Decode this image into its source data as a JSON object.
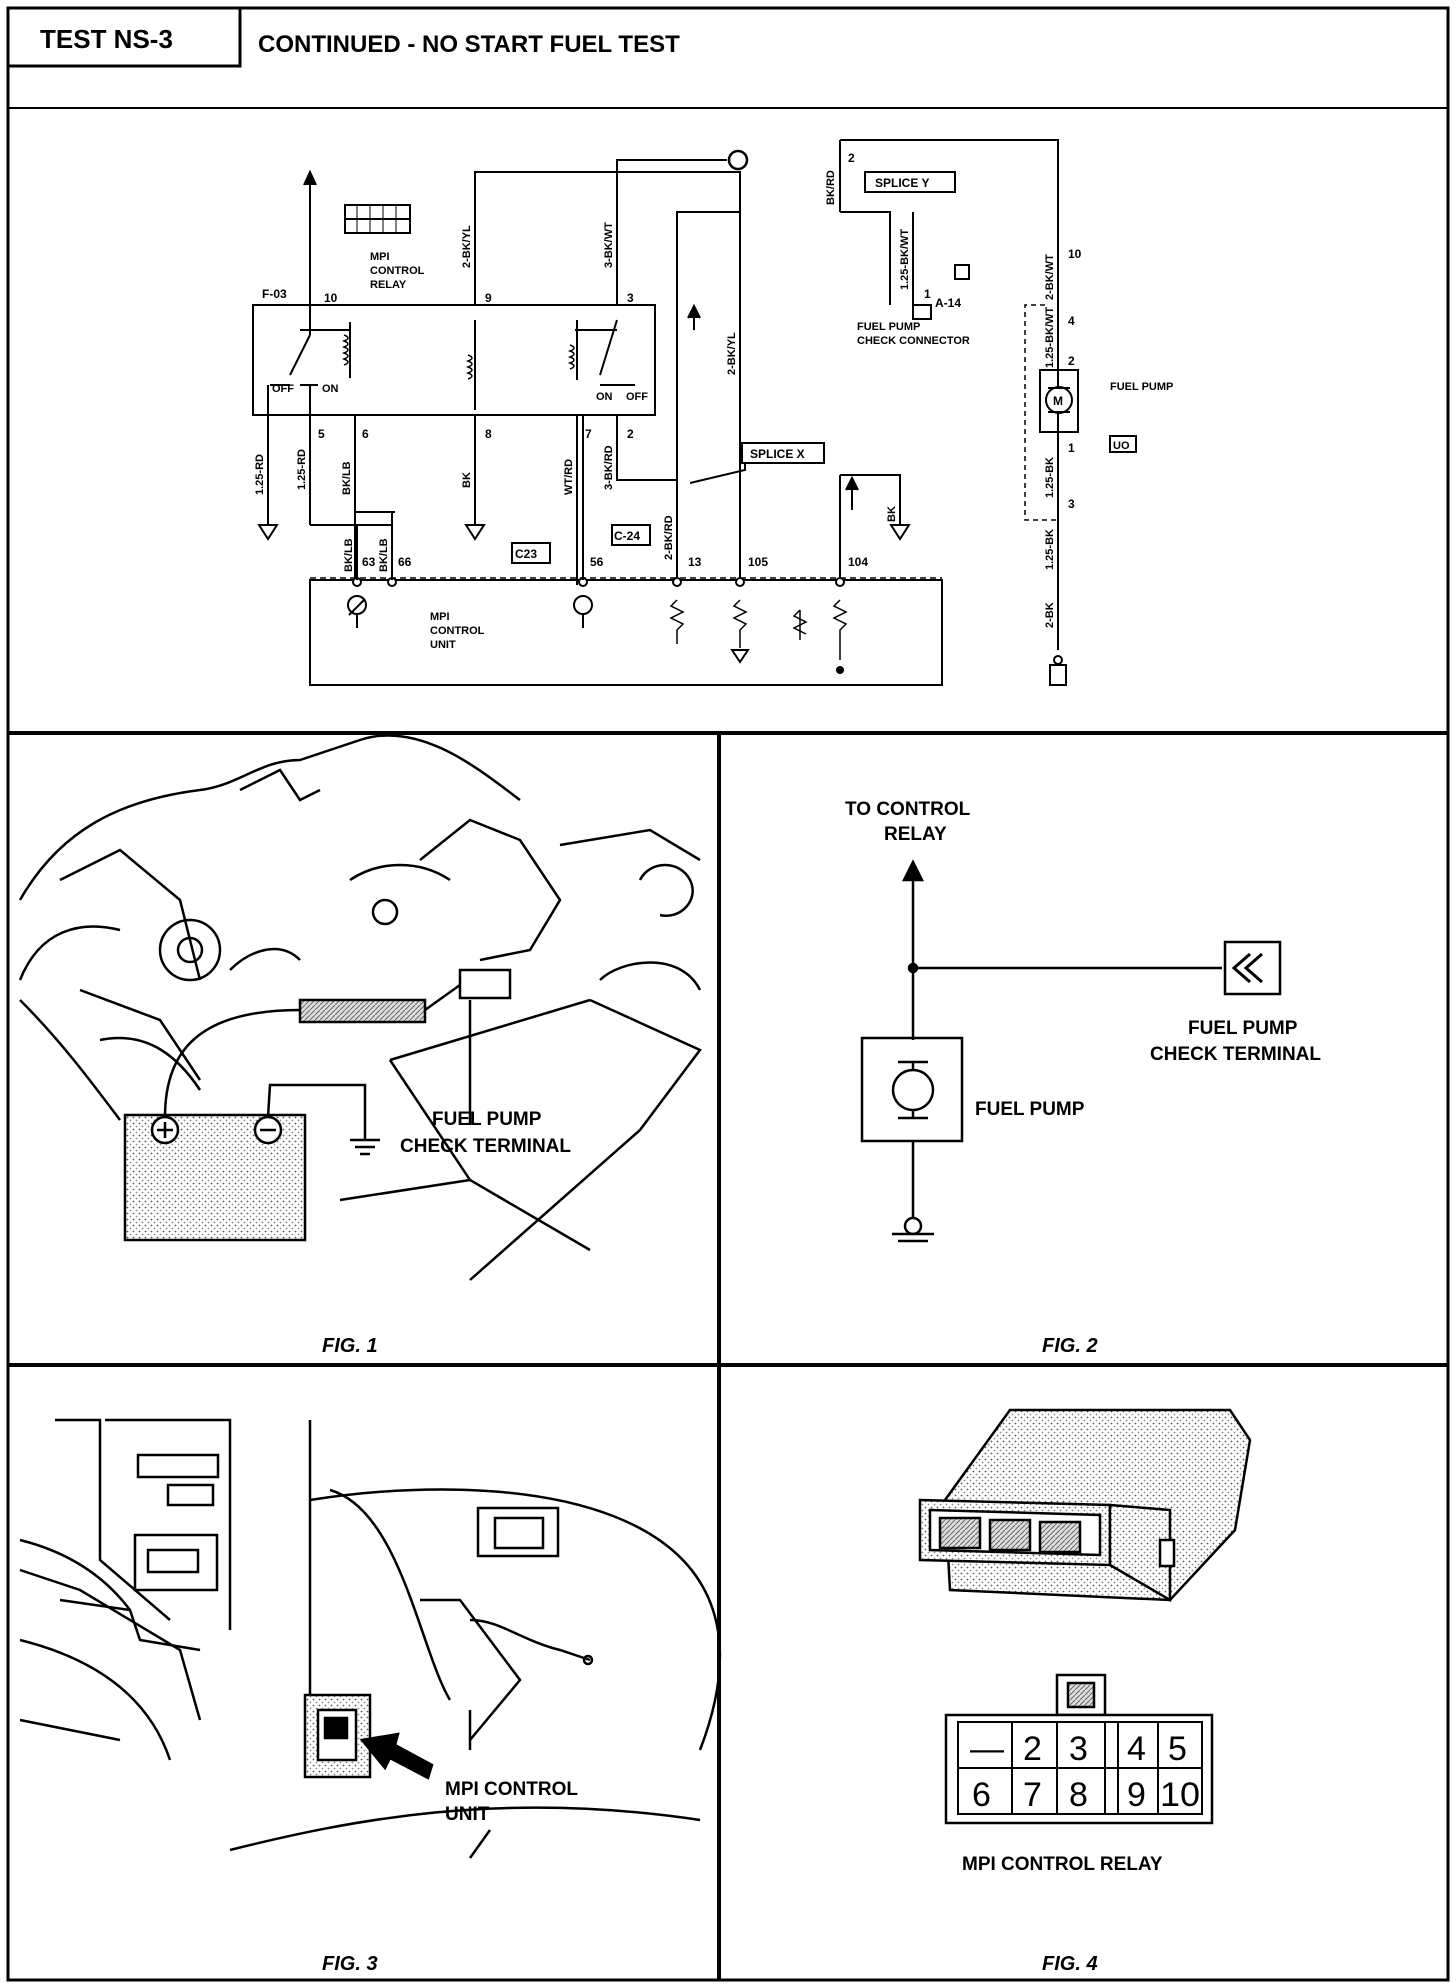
{
  "header": {
    "test_id": "TEST NS-3",
    "title": "CONTINUED - NO START FUEL TEST"
  },
  "schematic": {
    "connectors": {
      "f03": "F-03",
      "a14": "A-14",
      "c23": "C23",
      "c24": "C-24",
      "splice_x": "SPLICE X",
      "splice_y": "SPLICE Y"
    },
    "labels": {
      "relay_line1": "MPI",
      "relay_line2": "CONTROL",
      "relay_line3": "RELAY",
      "unit_line1": "MPI",
      "unit_line2": "CONTROL",
      "unit_line3": "UNIT",
      "check_line1": "FUEL PUMP",
      "check_line2": "CHECK CONNECTOR",
      "fuel_pump": "FUEL PUMP",
      "off_left": "OFF",
      "on_left": "ON",
      "on_right": "ON",
      "off_right": "OFF",
      "motor": "M",
      "uo_badge": "UO"
    },
    "pins": {
      "p10_relay": "10",
      "p9": "9",
      "p3": "3",
      "p5": "5",
      "p6": "6",
      "p8": "8",
      "p7": "7",
      "p2": "2",
      "p63": "63",
      "p66": "66",
      "p56": "56",
      "p13": "13",
      "p105": "105",
      "p104": "104",
      "p2_splice": "2",
      "p1_check": "1",
      "p10_pump": "10",
      "p4_pump": "4",
      "p2_pump": "2",
      "p1_pump": "1",
      "p3_pump": "3"
    },
    "wires": {
      "w_2bkyl_a": "2-BK/YL",
      "w_3bkwt": "3-BK/WT",
      "w_2bkyl_b": "2-BK/YL",
      "w_bkrd": "BK/RD",
      "w_125bkwt": "1.25-BK/WT",
      "w_2bkwt": "2-BK/WT",
      "w_125rd_a": "1.25-RD",
      "w_125rd_b": "1.25-RD",
      "w_bklb_a": "BK/LB",
      "w_bk": "BK",
      "w_wtrd": "WT/RD",
      "w_3bkrd": "3-BK/RD",
      "w_bklb_b": "BK/LB",
      "w_bklb_c": "BK/LB",
      "w_2bkrd": "2-BK/RD",
      "w_bk_b": "BK",
      "w_125bkwt_b": "1.25-BK/WT",
      "w_125bk": "1.25-BK",
      "w_125bk_b": "1.25-BK",
      "w_2bk": "2-BK"
    }
  },
  "fig1": {
    "callout_line1": "FUEL PUMP",
    "callout_line2": "CHECK TERMINAL",
    "caption": "FIG. 1"
  },
  "fig2": {
    "top_line1": "TO CONTROL",
    "top_line2": "RELAY",
    "term_line1": "FUEL PUMP",
    "term_line2": "CHECK TERMINAL",
    "pump_label": "FUEL PUMP",
    "caption": "FIG. 2"
  },
  "fig3": {
    "callout_line1": "MPI CONTROL",
    "callout_line2": "UNIT",
    "caption": "FIG. 3"
  },
  "fig4": {
    "pin_dash": "—",
    "pins_top": [
      "2",
      "3",
      "4",
      "5"
    ],
    "pins_bottom": [
      "6",
      "7",
      "8",
      "9",
      "10"
    ],
    "label": "MPI CONTROL RELAY",
    "caption": "FIG. 4"
  }
}
